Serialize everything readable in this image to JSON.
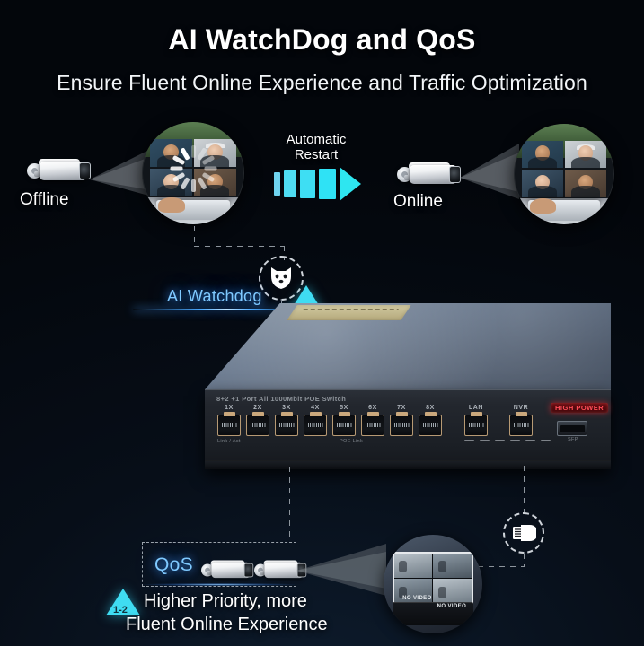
{
  "page": {
    "title": "AI WatchDog and QoS",
    "subtitle": "Ensure Fluent Online Experience and Traffic Optimization",
    "background_color": "#070e18",
    "accent_cyan": "#3fdcf2",
    "accent_blue": "#7fc9ff"
  },
  "watchdog_flow": {
    "offline_label": "Offline",
    "online_label": "Online",
    "restart_label_line1": "Automatic",
    "restart_label_line2": "Restart",
    "arrow_segments": 4,
    "arrow_color": "#2ee6f0",
    "left_scene_icon": "loading-spinner-icon",
    "camera_icon": "bullet-camera-icon",
    "beam_icon": "camera-view-cone-icon"
  },
  "watchdog_marker": {
    "label": "AI Watchdog",
    "badge_icon": "dog-face-icon",
    "triangle_icon": "cyan-triangle-marker-icon"
  },
  "switch": {
    "model_text": "8+2 +1 Port All 1000Mbit POE Switch",
    "port_labels": [
      "1X",
      "2X",
      "3X",
      "4X",
      "5X",
      "6X",
      "7X",
      "8X"
    ],
    "uplink_labels": [
      "LAN",
      "NVR"
    ],
    "left_footer_text": "Link / Act",
    "center_footer_text": "POE  Link",
    "high_power_badge": "HIGH POWER",
    "sfp_label": "SFP",
    "sticker_icon": "product-label-sticker-icon"
  },
  "power_marker": {
    "badge_icon": "power-plug-icon"
  },
  "qos_section": {
    "label": "QoS",
    "triangle_number": "1-2",
    "triangle_icon": "cyan-triangle-marker-icon",
    "camera_count": 2,
    "text_line1": "Higher Priority, more",
    "text_line2": "Fluent Online Experience"
  },
  "nvr_scene": {
    "no_video_label_1": "NO VIDEO",
    "no_video_label_2": "NO VIDEO",
    "monitor_icon": "surveillance-monitor-icon",
    "nvr_icon": "nvr-recorder-icon"
  }
}
